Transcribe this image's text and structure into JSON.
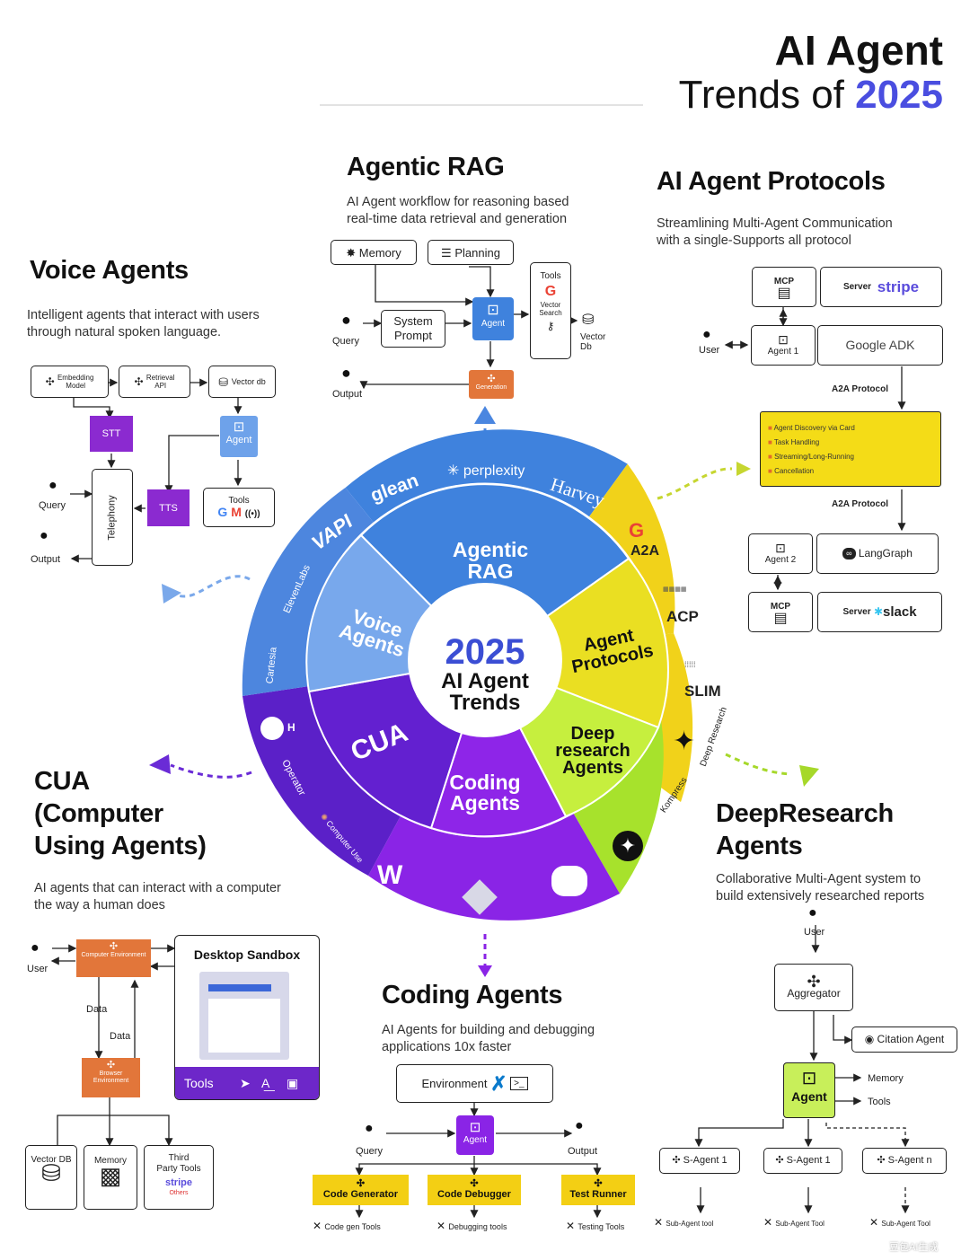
{
  "header": {
    "title_line1": "AI Agent",
    "title_line2_prefix": "Trends of ",
    "title_year": "2025"
  },
  "center": {
    "year": "2025",
    "line1": "AI Agent",
    "line2": "Trends"
  },
  "wheel": {
    "inner": {
      "agentic_rag": [
        "Agentic",
        "RAG"
      ],
      "agent_protocols": [
        "Agent",
        "Protocols"
      ],
      "deep_research": [
        "Deep",
        "research",
        "Agents"
      ],
      "coding": [
        "Coding",
        "Agents"
      ],
      "cua": "CUA",
      "voice": [
        "Voice",
        "Agents"
      ]
    },
    "outer": {
      "glean": "glean",
      "perplexity": "perplexity",
      "harvey": "Harvey",
      "a2a": "A2A",
      "acp": "ACP",
      "slim": "SLIM",
      "vapi": "VAPI",
      "voice_logo_2": "ElevenLabs",
      "voice_logo_3": "Cartesia",
      "h": "H",
      "cua_logo_2": "Operator",
      "cua_logo_3": "Computer Use",
      "deep_logo_1": "Deep Research",
      "deep_logo_2": "Kompress"
    },
    "colors": {
      "blue": "#3b82e0",
      "light_blue": "#6ea2ea",
      "yellow": "#f3df14",
      "lime": "#b8ef2a",
      "purple": "#8a24e6",
      "violet": "#5b1ec9"
    }
  },
  "agentic_rag": {
    "title": "Agentic RAG",
    "desc_line1": "AI Agent workflow for reasoning based",
    "desc_line2": "real-time data retrieval and generation",
    "memory": "Memory",
    "planning": "Planning",
    "system_prompt_1": "System",
    "system_prompt_2": "Prompt",
    "query": "Query",
    "agent": "Agent",
    "tools": "Tools",
    "vector_tool_1": "Vector",
    "vector_tool_2": "Search",
    "vector_db_1": "Vector",
    "vector_db_2": "Db",
    "output": "Output",
    "generation": "Generation"
  },
  "protocols": {
    "title": "AI Agent Protocols",
    "desc_line1": "Streamlining Multi-Agent Communication",
    "desc_line2": "with a single-Supports all protocol",
    "mcp_top": "MCP",
    "server_top": "Server",
    "stripe": "stripe",
    "user": "User",
    "agent1": "Agent 1",
    "google_adk": "Google ADK",
    "a2a_protocol_top": "A2A Protocol",
    "card": [
      "Agent Discovery via Card",
      "Task Handling",
      "Streaming/Long-Running",
      "Cancellation"
    ],
    "a2a_protocol_bottom": "A2A Protocol",
    "agent2": "Agent 2",
    "langgraph": "LangGraph",
    "mcp_bottom": "MCP",
    "server_bottom": "Server",
    "slack": "slack"
  },
  "voice": {
    "title": "Voice Agents",
    "desc_line1": "Intelligent agents that interact with users",
    "desc_line2": "through natural spoken language.",
    "embedding_1": "Embedding",
    "embedding_2": "Model",
    "retrieval_1": "Retrieval",
    "retrieval_2": "API",
    "vector_db": "Vector db",
    "stt": "STT",
    "agent": "Agent",
    "query": "Query",
    "telephony": "Telephony",
    "tts": "TTS",
    "tools": "Tools",
    "output": "Output"
  },
  "cua": {
    "title_line1": "CUA",
    "title_line2": "(Computer",
    "title_line3": "Using Agents)",
    "desc_line1": "AI agents that can interact with a computer",
    "desc_line2": "the way a human does",
    "user": "User",
    "top_box": "Computer Environment",
    "data1": "Data",
    "data2": "Data",
    "bottom_box": "Browser Environment",
    "sandbox": "Desktop Sandbox",
    "tools": "Tools",
    "vector_db": "Vector DB",
    "memory": "Memory",
    "third_party_1": "Third",
    "third_party_2": "Party Tools",
    "stripe": "stripe",
    "other": "Others"
  },
  "coding": {
    "title": "Coding Agents",
    "desc_line1": "AI Agents for building and debugging",
    "desc_line2": "applications 10x faster",
    "environment": "Environment",
    "query": "Query",
    "agent": "Agent",
    "output": "Output",
    "code_generator": "Code Generator",
    "code_debugger": "Code Debugger",
    "test_runner": "Test Runner",
    "tool1": "Code gen Tools",
    "tool2": "Debugging tools",
    "tool3": "Testing Tools"
  },
  "deep": {
    "title_line1": "DeepResearch",
    "title_line2": "Agents",
    "desc_line1": "Collaborative Multi-Agent system to",
    "desc_line2": "build extensively researched reports",
    "user": "User",
    "aggregator": "Aggregator",
    "citation": "Citation Agent",
    "agent": "Agent",
    "memory": "Memory",
    "tools": "Tools",
    "s1": "S-Agent 1",
    "s2": "S-Agent 1",
    "sn": "S-Agent n",
    "t1": "Sub-Agent tool",
    "t2": "Sub-Agent Tool",
    "t3": "Sub-Agent Tool"
  },
  "watermark": "豆包AI生成"
}
